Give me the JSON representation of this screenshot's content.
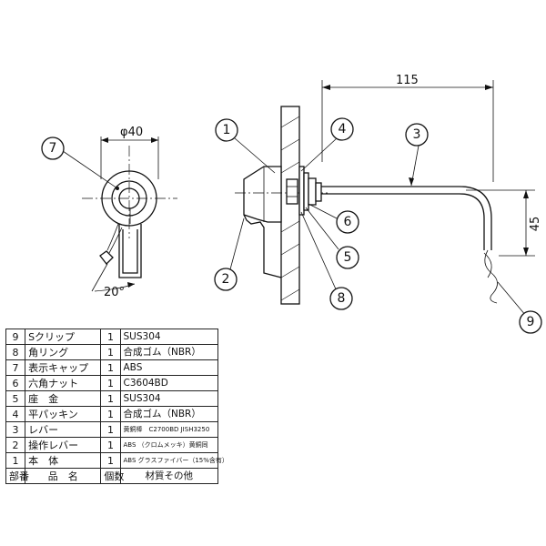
{
  "dimensions": {
    "width": "115",
    "height": "45",
    "diameter": "φ40",
    "angle": "20°"
  },
  "balloons": [
    "1",
    "2",
    "3",
    "4",
    "5",
    "6",
    "7",
    "8",
    "9"
  ],
  "table": {
    "headers": [
      "部番",
      "品　名",
      "個数",
      "材質その他"
    ],
    "rows": [
      {
        "no": "9",
        "name": "Sクリップ",
        "qty": "1",
        "material": "SUS304"
      },
      {
        "no": "8",
        "name": "角リング",
        "qty": "1",
        "material": "合成ゴム（NBR）"
      },
      {
        "no": "7",
        "name": "表示キャップ",
        "qty": "1",
        "material": "ABS"
      },
      {
        "no": "6",
        "name": "六角ナット",
        "qty": "1",
        "material": "C3604BD"
      },
      {
        "no": "5",
        "name": "座　金",
        "qty": "1",
        "material": "SUS304"
      },
      {
        "no": "4",
        "name": "平パッキン",
        "qty": "1",
        "material": "合成ゴム（NBR）"
      },
      {
        "no": "3",
        "name": "レバー",
        "qty": "1",
        "material": "黄銅棒　C2700BD JISH3250"
      },
      {
        "no": "2",
        "name": "操作レバー",
        "qty": "1",
        "material": "ABS （クロムメッキ）黄銅同"
      },
      {
        "no": "1",
        "name": "本　体",
        "qty": "1",
        "material": "ABS グラスファイバー（15%含有）"
      }
    ]
  },
  "colors": {
    "line": "#111111",
    "background": "#ffffff"
  }
}
